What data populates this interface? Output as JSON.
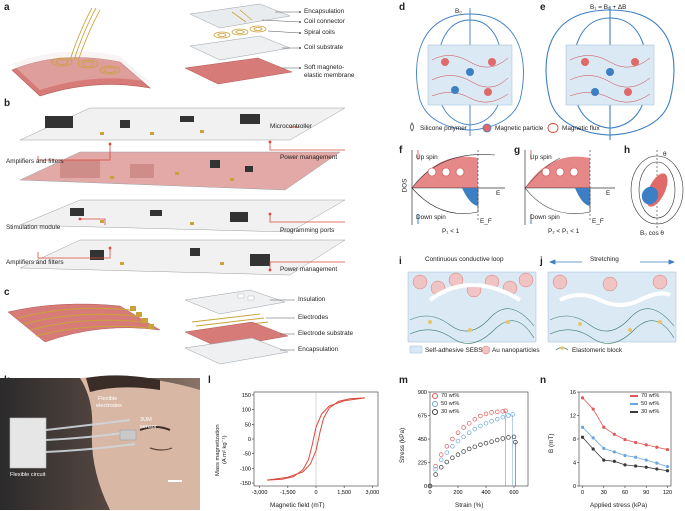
{
  "panel_letters": {
    "a": "a",
    "b": "b",
    "c": "c",
    "d": "d",
    "e": "e",
    "f": "f",
    "g": "g",
    "h": "h",
    "i": "i",
    "j": "j",
    "k": "k",
    "l": "l",
    "m": "m",
    "n": "n"
  },
  "panel_a": {
    "labels": [
      "Encapsulation",
      "Coil connector",
      "Spiral coils",
      "Coil substrate",
      "Soft magneto-",
      "elastic membrane"
    ]
  },
  "panel_b": {
    "labels": {
      "microcontroller": "Microcontroller",
      "amp1": "Amplifiers and filters",
      "power1": "Power management",
      "stimulation": "Stimulation module",
      "programming": "Programming ports",
      "amp2": "Amplifiers and filters",
      "power2": "Power management"
    }
  },
  "panel_c": {
    "labels": [
      "Insulation",
      "Electrodes",
      "Electrode substrate",
      "Encapsulation"
    ]
  },
  "panel_d": {
    "field": "B₀"
  },
  "panel_e": {
    "field": "B₁ = B₀ + ΔB"
  },
  "legend_de": {
    "silicone": "Silicone polymer",
    "particle": "Magnetic particle",
    "flux": "Magnetic flux"
  },
  "panel_f": {
    "up": "Up spin",
    "down": "Down spin",
    "ylabel": "DOS",
    "xlabel": "E",
    "fermi": "E_F",
    "pol": "P₁ < 1"
  },
  "panel_g": {
    "up": "Up spin",
    "down": "Down spin",
    "xlabel": "E",
    "fermi": "E_F",
    "pol": "P₂ < P₁ < 1"
  },
  "panel_h": {
    "theta": "θ",
    "eq": "B₀ cos θ"
  },
  "panel_i": {
    "title": "Continuous conductive loop"
  },
  "panel_j": {
    "title": "Stretching"
  },
  "legend_ij": {
    "sebs": "Self-adhesive SEBS",
    "au": "Au nanoparticles",
    "block": "Elastomeric block"
  },
  "panel_k": {
    "labels": {
      "electrodes_1": "Flexible",
      "electrodes_2": "electrodes",
      "sensor_1": "3UM",
      "sensor_2": "sensor",
      "circuit": "Flexible circuit"
    }
  },
  "colors": {
    "accent_red": "#d9493d",
    "spin_up": "#e06a6a",
    "spin_down": "#3d7fc4",
    "membrane": "#d77b78",
    "n_30": "#3a3a3a",
    "n_50": "#6aa6e0",
    "n_70": "#e05a5a"
  },
  "chart_data": [
    {
      "id": "l",
      "type": "line",
      "title": "",
      "xlabel": "Magnetic field (mT)",
      "ylabel_1": "Mass magnetization",
      "ylabel_2": "(A m² kg⁻¹)",
      "xlim": [
        -3300,
        3300
      ],
      "ylim": [
        -160,
        160
      ],
      "xticks": [
        -3000,
        -1500,
        0,
        1500,
        3000
      ],
      "xtick_labels": [
        "-3,000",
        "-1,500",
        "0",
        "1,500",
        "3,000"
      ],
      "yticks": [
        -150,
        -100,
        -50,
        0,
        50,
        100,
        150
      ],
      "series": [
        {
          "x": [
            -2600,
            -1500,
            -700,
            -300,
            0,
            200,
            400,
            700,
            1200,
            1800,
            2600
          ],
          "y": [
            -140,
            -130,
            -112,
            -85,
            -40,
            20,
            70,
            105,
            128,
            137,
            140
          ]
        },
        {
          "x": [
            2600,
            1500,
            700,
            300,
            0,
            -200,
            -400,
            -700,
            -1200,
            -1800,
            -2600
          ],
          "y": [
            140,
            130,
            112,
            85,
            40,
            -20,
            -70,
            -105,
            -128,
            -137,
            -140
          ]
        }
      ]
    },
    {
      "id": "m",
      "type": "scatter",
      "title": "",
      "xlabel": "Strain (%)",
      "ylabel": "Stress (kPa)",
      "xlim": [
        0,
        700
      ],
      "ylim": [
        0,
        900
      ],
      "xticks": [
        0,
        200,
        400,
        600
      ],
      "yticks": [
        0,
        225,
        450,
        675,
        900
      ],
      "series": [
        {
          "name": "70 wt%",
          "color": "#e05a5a",
          "x": [
            0,
            40,
            80,
            120,
            160,
            200,
            240,
            280,
            320,
            360,
            400,
            440,
            480,
            520,
            540
          ],
          "y": [
            0,
            190,
            300,
            380,
            450,
            510,
            560,
            600,
            640,
            670,
            690,
            705,
            710,
            715,
            720
          ]
        },
        {
          "name": "50 wt%",
          "color": "#6aa6e0",
          "x": [
            0,
            40,
            80,
            120,
            160,
            200,
            240,
            280,
            320,
            360,
            400,
            440,
            480,
            520,
            560,
            590
          ],
          "y": [
            0,
            160,
            250,
            320,
            380,
            430,
            470,
            510,
            545,
            575,
            600,
            620,
            640,
            660,
            675,
            685
          ]
        },
        {
          "name": "30 wt%",
          "color": "#3a3a3a",
          "x": [
            0,
            40,
            80,
            120,
            160,
            200,
            240,
            280,
            320,
            360,
            400,
            440,
            480,
            520,
            560,
            600,
            610
          ],
          "y": [
            0,
            110,
            180,
            230,
            270,
            300,
            330,
            355,
            375,
            395,
            410,
            425,
            440,
            455,
            465,
            470,
            420
          ]
        }
      ]
    },
    {
      "id": "n",
      "type": "line",
      "title": "",
      "xlabel": "Applied stress (kPa)",
      "ylabel": "B (mT)",
      "xlim": [
        -5,
        125
      ],
      "ylim": [
        0,
        16
      ],
      "xticks": [
        0,
        30,
        60,
        90,
        120
      ],
      "yticks": [
        0,
        4,
        8,
        12,
        16
      ],
      "categories": [
        0,
        15,
        30,
        45,
        60,
        75,
        90,
        105,
        120
      ],
      "series": [
        {
          "name": "70 wt%",
          "color": "#e05a5a",
          "values": [
            15,
            13.1,
            10,
            8.8,
            7.9,
            7.4,
            7,
            6.6,
            6.2
          ]
        },
        {
          "name": "50 wt%",
          "color": "#6aa6e0",
          "values": [
            10,
            8.2,
            6.4,
            5.8,
            5.2,
            4.9,
            4.4,
            3.9,
            3.3
          ]
        },
        {
          "name": "30 wt%",
          "color": "#3a3a3a",
          "values": [
            8.3,
            6.3,
            4.4,
            4.2,
            3.6,
            3.4,
            3.2,
            2.9,
            2.6
          ]
        }
      ]
    }
  ]
}
